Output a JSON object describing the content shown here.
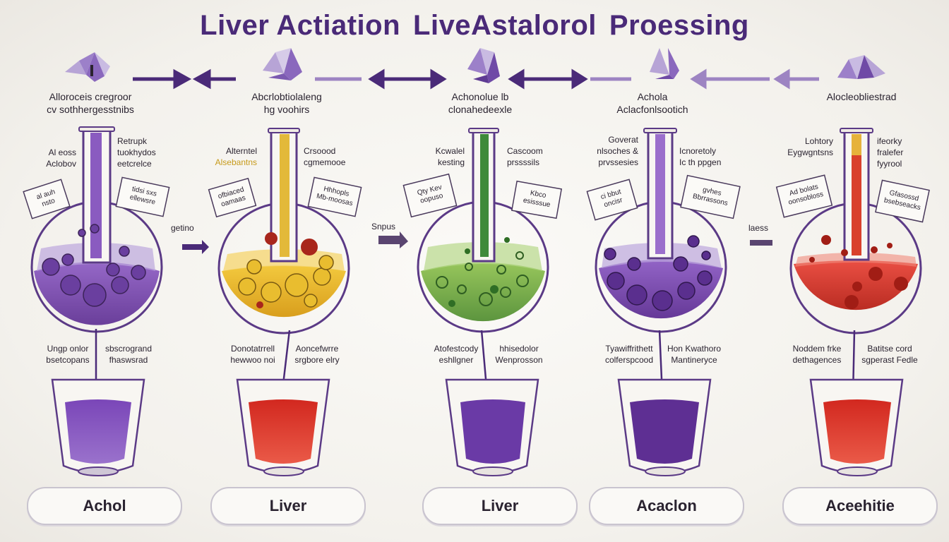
{
  "title": {
    "part1": "Liver Actiation",
    "part2": "LiveAstalorol",
    "part3": "Proessing"
  },
  "colors": {
    "title": "#4a2a78",
    "purple": "#7b4bb3",
    "yellow": "#e8b21c",
    "green": "#6aa93a",
    "red": "#d9352b",
    "arrow": "#4a2a78"
  },
  "stages": [
    {
      "head": [
        "Alloroceis cregroor",
        "cv sothhergesstnibs"
      ],
      "left": [
        "Al eoss",
        "Aclobov"
      ],
      "right": [
        "Retrupk",
        "tuokhydos",
        "eetcrelce"
      ],
      "card_left": [
        "al auh",
        "nsto"
      ],
      "card_right": [
        "tidsi sxs",
        "ellewsre"
      ],
      "cup_left": [
        "Ungp onlor",
        "bsetcopans"
      ],
      "cup_right": [
        "sbscrogrand",
        "fhaswsrad"
      ],
      "pill": "Achol"
    },
    {
      "head": [
        "Abcrlobtiolaleng",
        "hg voohirs"
      ],
      "left": [
        "Alterntel",
        "Alsebantns"
      ],
      "right": [
        "Crsoood",
        "cgmemooe"
      ],
      "card_left": [
        "ofbiaced",
        "oamaas"
      ],
      "card_right": [
        "Hhhopls",
        "Mb-moosas"
      ],
      "cup_left": [
        "Donotatrrell",
        "hewwoo noi"
      ],
      "cup_right": [
        "Aoncefwrre",
        "srgbore elry"
      ],
      "pill": "Liver"
    },
    {
      "head": [
        "Achonolue lb",
        "clonahedeexle"
      ],
      "left": [
        "Kcwalel",
        "kesting"
      ],
      "right": [
        "Cascoom",
        "prssssils"
      ],
      "card_left": [
        "Qty Kev",
        "oopuso"
      ],
      "card_right": [
        "Kbco",
        "esisssue"
      ],
      "cup_left": [
        "Atofestcody",
        "eshllgner"
      ],
      "cup_right": [
        "hhisedolor",
        "Wenprosson"
      ],
      "pill": "Liver"
    },
    {
      "head": [
        "Achola",
        "Aclacfonlsootich"
      ],
      "left": [
        "Goverat",
        "nlsoches &",
        "prvssesies"
      ],
      "right": [
        "Icnoretoly",
        "Ic th ppgen"
      ],
      "card_left": [
        "ci bbut",
        "oncisr"
      ],
      "card_right": [
        "gvhes",
        "Bbrrassons"
      ],
      "cup_left": [
        "Tyawiffrithett",
        "colferspcood"
      ],
      "cup_right": [
        "Hon Kwathoro",
        "Mantineryce"
      ],
      "pill": "Acaclon"
    },
    {
      "head": [
        "Alocleobliestrad"
      ],
      "left": [
        "Lohtory",
        "Eygwgntsns"
      ],
      "right": [
        "ifeorky",
        "fralefer",
        "fyyrool"
      ],
      "card_left": [
        "Ad bolats",
        "oonsobloss"
      ],
      "card_right": [
        "Gfasossd",
        "bsebseacks"
      ],
      "cup_left": [
        "Noddem frke",
        "dethagences"
      ],
      "cup_right": [
        "Batitse cord",
        "sgperast Fedle"
      ],
      "pill": "Aceehitie"
    }
  ],
  "mid_labels": [
    "getino",
    "Snpus",
    "laess"
  ]
}
